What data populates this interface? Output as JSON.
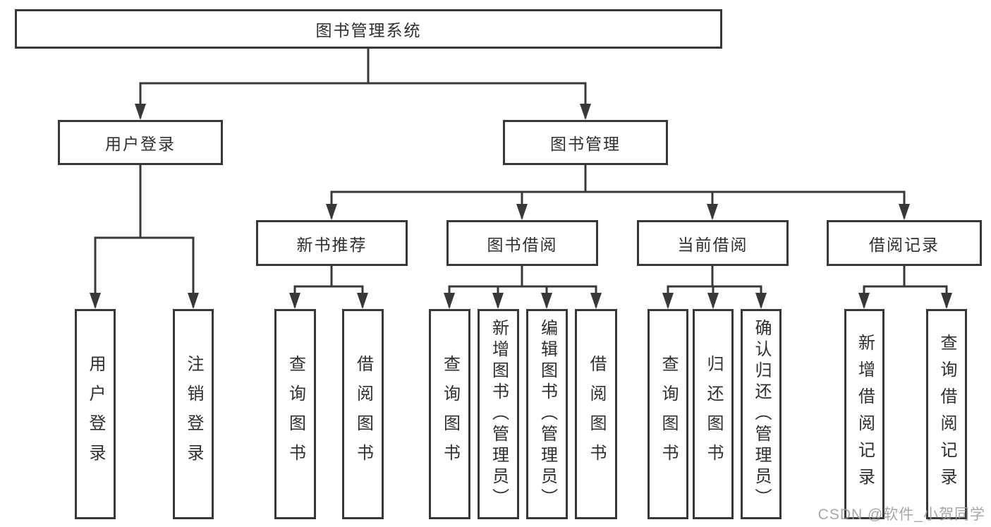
{
  "diagram": {
    "type": "tree",
    "orientation": "top-down",
    "colors": {
      "line": "#383838",
      "box_background": "#ffffff",
      "text": "#2f2f2f",
      "watermark_text": "#9c9c9c"
    },
    "tree": {
      "label": "图书管理系统",
      "children": [
        {
          "label": "用户登录",
          "children": [
            {
              "label": "用户登录"
            },
            {
              "label": "注销登录"
            }
          ]
        },
        {
          "label": "图书管理",
          "children": [
            {
              "label": "新书推荐",
              "children": [
                {
                  "label": "查询图书"
                },
                {
                  "label": "借阅图书"
                }
              ]
            },
            {
              "label": "图书借阅",
              "children": [
                {
                  "label": "查询图书"
                },
                {
                  "label": "新增图书（管理员）"
                },
                {
                  "label": "编辑图书（管理员）"
                },
                {
                  "label": "借阅图书"
                }
              ]
            },
            {
              "label": "当前借阅",
              "children": [
                {
                  "label": "查询图书"
                },
                {
                  "label": "归还图书"
                },
                {
                  "label": "确认归还（管理员）"
                }
              ]
            },
            {
              "label": "借阅记录",
              "children": [
                {
                  "label": "新增借阅记录"
                },
                {
                  "label": "查询借阅记录"
                }
              ]
            }
          ]
        }
      ]
    },
    "watermark": {
      "text": "CSDN @软件_小贺同学"
    }
  }
}
